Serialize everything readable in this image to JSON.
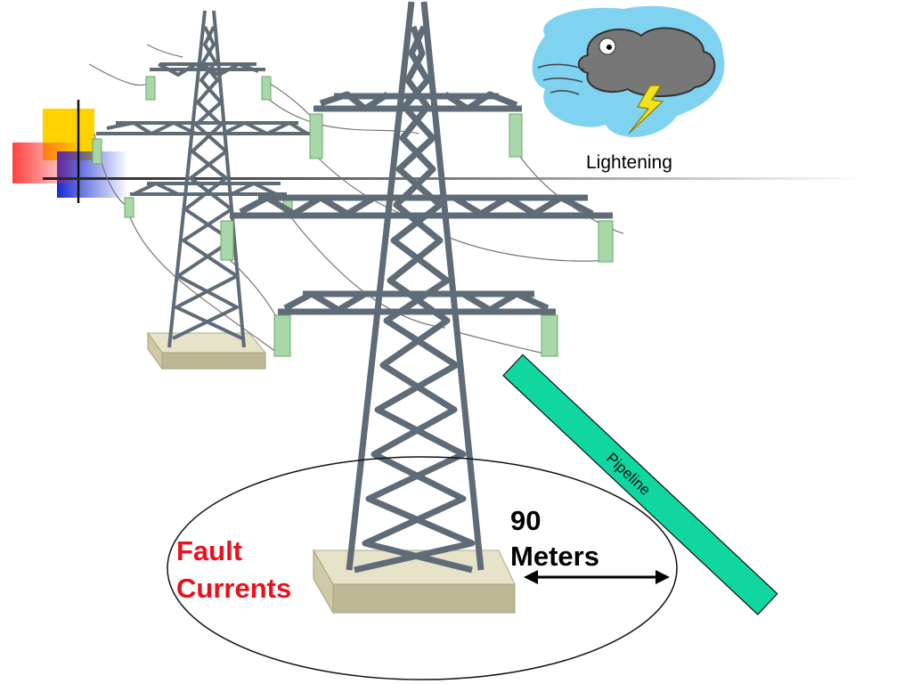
{
  "labels": {
    "lightning": "Lightening",
    "pipeline": "Pipeline",
    "distance_value": "90",
    "distance_unit": "Meters",
    "fault_line1": "Fault",
    "fault_line2": "Currents"
  },
  "colors": {
    "tower_steel": "#5f6b76",
    "tower_steel_dark": "#3e4852",
    "insulator": "#a8d8a8",
    "foundation_top": "#e6e3c9",
    "foundation_side": "#bdb894",
    "pipeline_fill": "#10d7a0",
    "fault_text": "#e8121c",
    "cloud": "#777777",
    "sky_blob": "#7fd3f0",
    "bolt": "#f2e21a",
    "accent_yellow": "#ffd200",
    "accent_red": "#ff3a3a",
    "accent_blue": "#2233cc"
  },
  "icons": [
    "storm-cloud-icon",
    "lightning-bolt-icon",
    "transmission-tower-icon",
    "insulator-icon",
    "double-arrow-icon"
  ]
}
